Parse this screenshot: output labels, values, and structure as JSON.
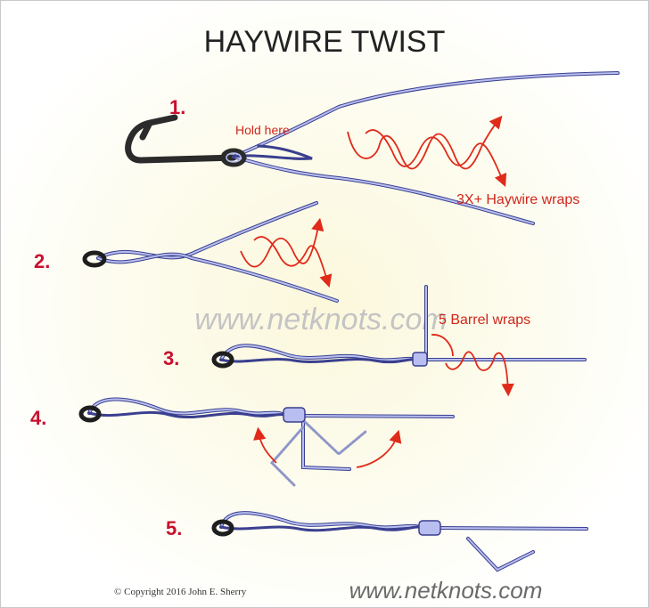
{
  "title": "HAYWIRE TWIST",
  "steps": [
    "1.",
    "2.",
    "3.",
    "4.",
    "5."
  ],
  "annotations": {
    "hold_here": "Hold here",
    "haywire_wraps": "3X+ Haywire wraps",
    "barrel_wraps": "5 Barrel wraps"
  },
  "watermark": "www.netknots.com",
  "footer": {
    "copyright": "© Copyright 2016 John E. Sherry",
    "site": "www.netknots.com"
  },
  "colors": {
    "wire": "#3a3f8f",
    "wire_fill": "#b8bff0",
    "arrow": "#e02a1a",
    "step_number": "#c8102e",
    "hook": "#2b2b2b"
  }
}
